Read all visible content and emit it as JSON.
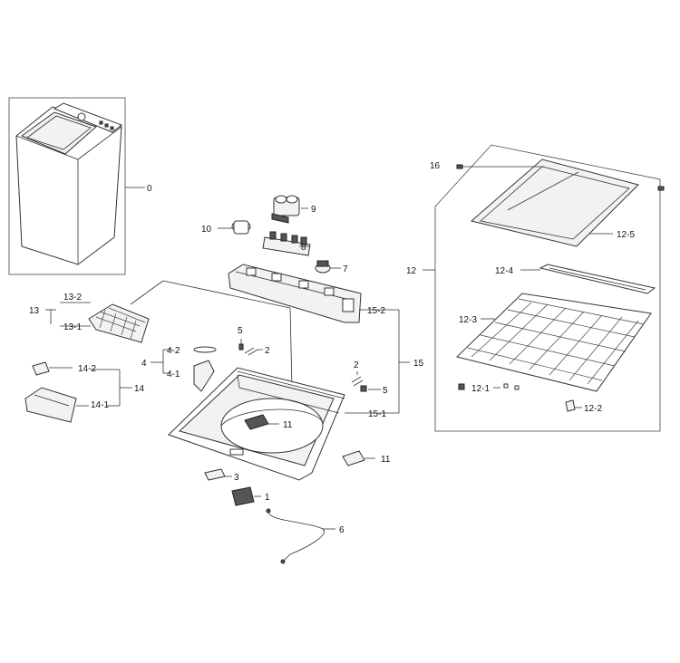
{
  "labels": {
    "l0": "0",
    "l1": "1",
    "l2a": "2",
    "l2b": "2",
    "l3": "3",
    "l4": "4",
    "l4_1": "4-1",
    "l4_2": "4-2",
    "l5a": "5",
    "l5b": "5",
    "l6": "6",
    "l7": "7",
    "l8": "8",
    "l9": "9",
    "l10": "10",
    "l11a": "11",
    "l11b": "11",
    "l12": "12",
    "l12_1": "12-1",
    "l12_2": "12-2",
    "l12_3": "12-3",
    "l12_4": "12-4",
    "l12_5": "12-5",
    "l13": "13",
    "l13_1": "13-1",
    "l13_2": "13-2",
    "l14": "14",
    "l14_1": "14-1",
    "l14_2": "14-2",
    "l15": "15",
    "l15_1": "15-1",
    "l15_2": "15-2",
    "l16": "16"
  }
}
